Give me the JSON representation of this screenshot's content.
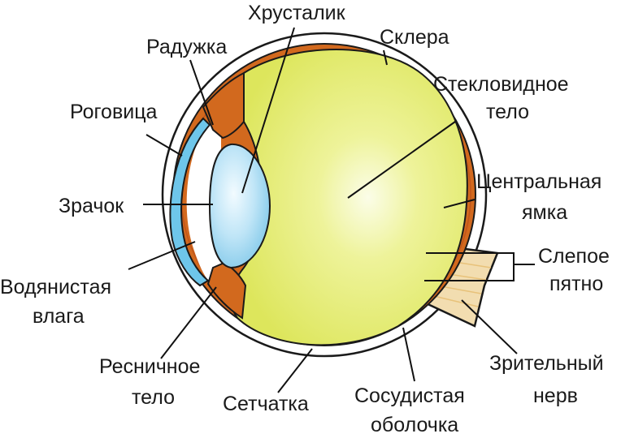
{
  "labels": {
    "lens": "Хрусталик",
    "sclera": "Склера",
    "iris": "Радужка",
    "vitreous_line1": "Стекловидное",
    "vitreous_line2": "тело",
    "cornea": "Роговица",
    "fovea_line1": "Центральная",
    "fovea_line2": "ямка",
    "pupil": "Зрачок",
    "blind_spot_line1": "Слепое",
    "blind_spot_line2": "пятно",
    "aqueous_line1": "Водянистая",
    "aqueous_line2": "влага",
    "ciliary_line1": "Ресничное",
    "ciliary_line2": "тело",
    "retina": "Сетчатка",
    "choroid_line1": "Сосудистая",
    "choroid_line2": "оболочка",
    "optic_nerve_line1": "Зрительный",
    "optic_nerve_line2": "нерв"
  },
  "colors": {
    "sclera": "#ffffff",
    "choroid": "#d2691e",
    "vitreous": "#e3ec68",
    "lens": "#a8d8f0",
    "cornea": "#6ec6ea",
    "optic_nerve": "#f2ddb0",
    "outline": "#1a1a1a"
  }
}
